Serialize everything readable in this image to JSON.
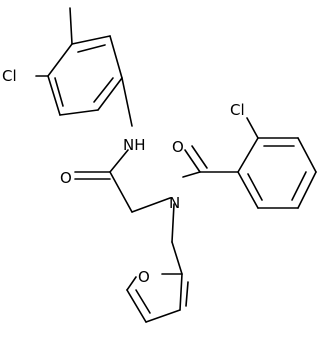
{
  "atoms": {
    "cl_upper_left": "Cl",
    "cl_upper_right": "Cl",
    "nh": "NH",
    "o_amide_left": "O",
    "o_amide_right": "O",
    "n_amide": "N",
    "o_furan": "O"
  },
  "colors": {
    "bond": "#000000",
    "label": "#000000",
    "background": "#ffffff"
  }
}
